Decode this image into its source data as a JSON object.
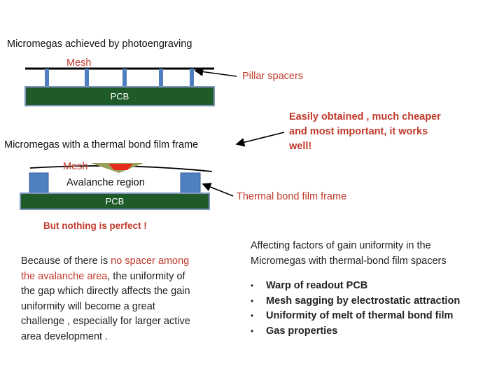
{
  "top_section": {
    "title": "Micromegas  achieved  by photoengraving",
    "mesh_label": "Mesh",
    "pillar_label": "Pillar spacers",
    "pcb_label": "PCB"
  },
  "middle_section": {
    "title": "Micromegas  with a thermal bond film frame",
    "mesh_label": "Mesh",
    "avalanche_label": "Avalanche region",
    "pcb_label": "PCB",
    "frame_label": "Thermal bond film frame",
    "note_lines": [
      "Easily  obtained  ,  much cheaper",
      "and most important, it works",
      "well!"
    ]
  },
  "warning": "But nothing is perfect !",
  "left_paragraph": {
    "line1_a": "Because of there is ",
    "line1_b": "no spacer among",
    "line2_a": "the avalanche   area",
    "line2_b": ", the uniformity of",
    "line3": "the gap  which directly  affects the gain",
    "line4": "uniformity will become a great",
    "line5": "challenge  , especially for larger active",
    "line6": "area development  ."
  },
  "right_section": {
    "heading_line1": "Affecting factors of  gain uniformity in the",
    "heading_line2": "Micromegas with thermal-bond film spacers",
    "factors": [
      "Warp of readout PCB",
      "Mesh sagging by electrostatic attraction",
      "Uniformity of melt of thermal bond film",
      "Gas properties"
    ]
  },
  "colors": {
    "pcb_green": "#1e5b28",
    "pcb_border": "#7f95bf",
    "pillar_blue": "#4f7fc1",
    "label_red": "#c0392b",
    "sag_red": "#e8291c",
    "sag_olive": "#9aa05a"
  }
}
